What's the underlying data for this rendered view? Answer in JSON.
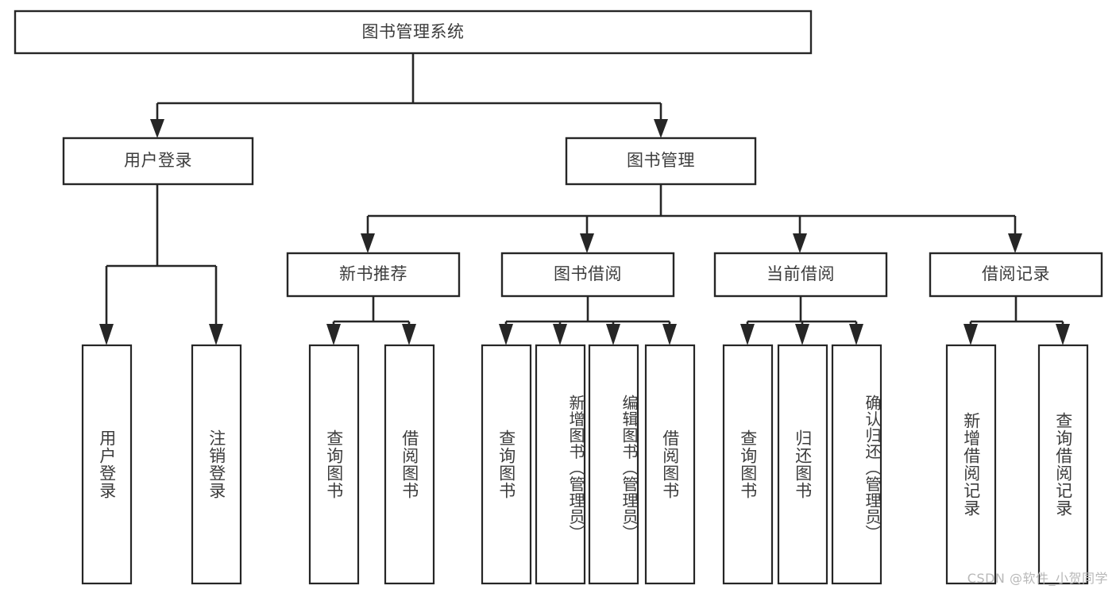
{
  "diagram": {
    "type": "tree-hierarchy",
    "title": "图书管理系统",
    "watermark": "CSDN @软件_小贺同学",
    "colors": {
      "stroke": "#262626",
      "text": "#3c3c3c",
      "background": "#ffffff",
      "watermark": "#b8b8b8"
    },
    "root": {
      "label": "图书管理系统"
    },
    "level1": [
      {
        "label": "用户登录"
      },
      {
        "label": "图书管理"
      }
    ],
    "level2": [
      {
        "label": "新书推荐"
      },
      {
        "label": "图书借阅"
      },
      {
        "label": "当前借阅"
      },
      {
        "label": "借阅记录"
      }
    ],
    "leaves": {
      "user_login": [
        {
          "label": "用户登录"
        },
        {
          "label": "注销登录"
        }
      ],
      "new_book_recommend": [
        {
          "label": "查询图书"
        },
        {
          "label": "借阅图书"
        }
      ],
      "book_borrow": [
        {
          "label": "查询图书"
        },
        {
          "label": "新增图书（管理员）"
        },
        {
          "label": "编辑图书（管理员）"
        },
        {
          "label": "借阅图书"
        }
      ],
      "current_borrow": [
        {
          "label": "查询图书"
        },
        {
          "label": "归还图书"
        },
        {
          "label": "确认归还（管理员）"
        }
      ],
      "borrow_record": [
        {
          "label": "新增借阅记录"
        },
        {
          "label": "查询借阅记录"
        }
      ]
    }
  }
}
